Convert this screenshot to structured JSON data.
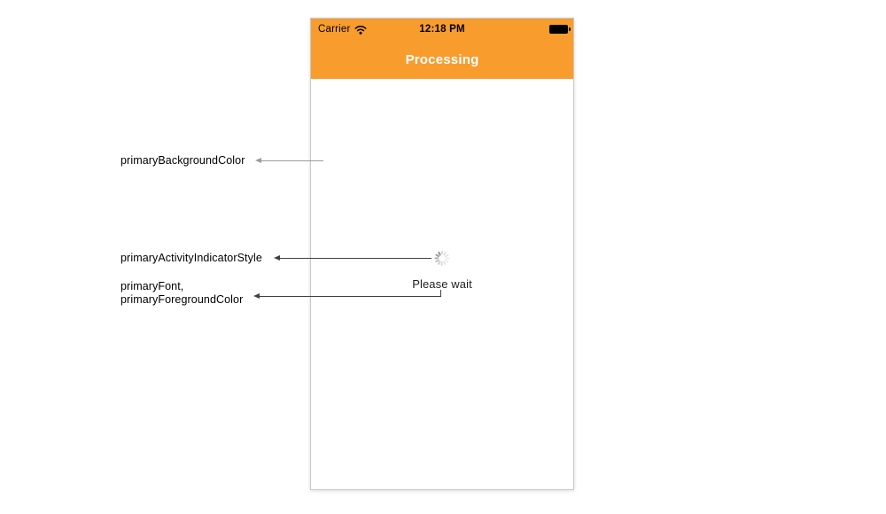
{
  "phone": {
    "status_bar": {
      "carrier_label": "Carrier",
      "time": "12:18 PM"
    },
    "nav_bar": {
      "title": "Processing"
    },
    "content": {
      "message": "Please wait"
    }
  },
  "annotations": {
    "items": [
      {
        "label": "primaryBackgroundColor"
      },
      {
        "label": "primaryActivityIndicatorStyle"
      },
      {
        "label_line1": "primaryFont,",
        "label_line2": "primaryForegroundColor"
      }
    ]
  },
  "icons": {
    "wifi": "wifi-icon",
    "battery": "battery-icon",
    "spinner": "activity-indicator"
  },
  "colors": {
    "header_background": "#F89C2E",
    "status_text": "#000000",
    "nav_title": "#FFFFFF",
    "message_text": "#1F1F1F",
    "spinner_gray": "#8E8E8E",
    "annotation_text": "#000000",
    "annotation_line_light": "#9B9B9B",
    "annotation_line_dark": "#3F3F3F",
    "phone_border": "#C9C9C9"
  }
}
